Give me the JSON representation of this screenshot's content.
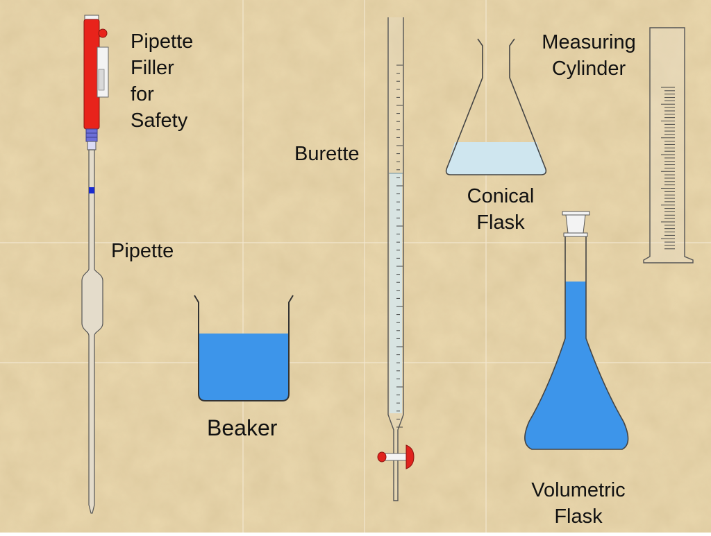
{
  "labels": {
    "pipette_filler": [
      "Pipette",
      "Filler",
      "for",
      "Safety"
    ],
    "pipette": "Pipette",
    "beaker": "Beaker",
    "burette": "Burette",
    "conical_flask": [
      "Conical",
      "Flask"
    ],
    "measuring_cylinder": [
      "Measuring",
      "Cylinder"
    ],
    "volumetric_flask": [
      "Volumetric",
      "Flask"
    ]
  },
  "colors": {
    "background": "#e9d6ab",
    "liquid_blue": "#3d95ea",
    "light_liquid": "#cfe6ef",
    "filler_red": "#e8231b",
    "outline": "#555555",
    "stopcock_red": "#e0231d"
  }
}
